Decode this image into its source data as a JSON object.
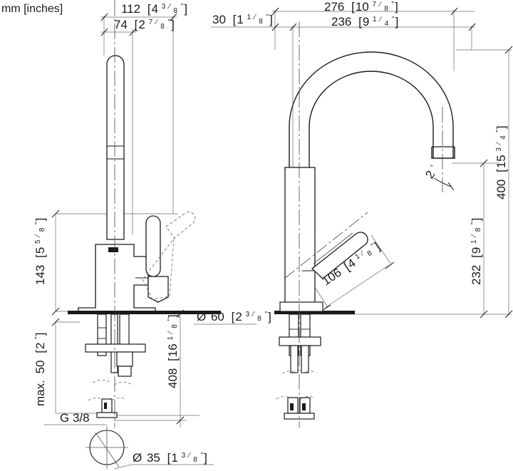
{
  "drawing": {
    "type": "technical-dimension-drawing",
    "subject": "single-lever kitchen mixer faucet",
    "units_note": "mm [inches]",
    "views": [
      {
        "name": "side-view-left",
        "description": "side elevation with lever handle and mounting shank"
      },
      {
        "name": "front-view-right",
        "description": "front elevation with swan-neck spout and angled handle"
      }
    ]
  },
  "dimensions": {
    "top_left_outer": {
      "mm": "112",
      "inch_whole": "4",
      "inch_num": "3",
      "inch_den": "8",
      "label": "112 [4 3/8\"]"
    },
    "top_left_inner": {
      "mm": "74",
      "inch_whole": "2",
      "inch_num": "7",
      "inch_den": "8",
      "label": "74 [2 7/8\"]"
    },
    "top_right_offset": {
      "mm": "30",
      "inch_whole": "1",
      "inch_num": "1",
      "inch_den": "8",
      "label": "30 [1 1/8\"]"
    },
    "top_right_outer": {
      "mm": "276",
      "inch_whole": "10",
      "inch_num": "7",
      "inch_den": "8",
      "label": "276 [10 7/8\"]"
    },
    "top_right_inner": {
      "mm": "236",
      "inch_whole": "9",
      "inch_num": "1",
      "inch_den": "4",
      "label": "236 [9 1/4\"]"
    },
    "left_upper_height": {
      "mm": "143",
      "inch_whole": "5",
      "inch_num": "5",
      "inch_den": "8",
      "label": "143 [5 5/8\"]"
    },
    "left_lower_max": {
      "prefix": "max.",
      "mm": "50",
      "inch_whole": "2",
      "inch_num": "",
      "inch_den": "",
      "label": "max. 50 [2\"]"
    },
    "center_total": {
      "mm": "408",
      "inch_whole": "16",
      "inch_num": "1",
      "inch_den": "8",
      "label": "408 [16 1/8\"]"
    },
    "base_diameter": {
      "symbol": "Ø",
      "mm": "60",
      "inch_whole": "2",
      "inch_num": "3",
      "inch_den": "8",
      "label": "Ø 60 [2 3/8\"]"
    },
    "hole_diameter": {
      "symbol": "Ø",
      "mm": "35",
      "inch_whole": "1",
      "inch_num": "3",
      "inch_den": "8",
      "label": "Ø 35 [1 3/8\"]"
    },
    "handle_length": {
      "mm": "106",
      "inch_whole": "4",
      "inch_num": "1",
      "inch_den": "8",
      "label": "106 [4 1/8\"]"
    },
    "spout_height_right": {
      "mm": "400",
      "inch_whole": "15",
      "inch_num": "3",
      "inch_den": "4",
      "label": "400 [15 3/4\"]"
    },
    "outlet_height": {
      "mm": "232",
      "inch_whole": "9",
      "inch_num": "1",
      "inch_den": "8",
      "label": "232 [9 1/8\"]"
    },
    "outlet_angle": {
      "value": "2",
      "symbol": "°",
      "label": "2°"
    },
    "thread": {
      "label": "G 3/8"
    }
  },
  "colors": {
    "line": "#1a1a1a",
    "thin": "#555555",
    "dim": "#6b6b6b",
    "background": "#ffffff"
  }
}
